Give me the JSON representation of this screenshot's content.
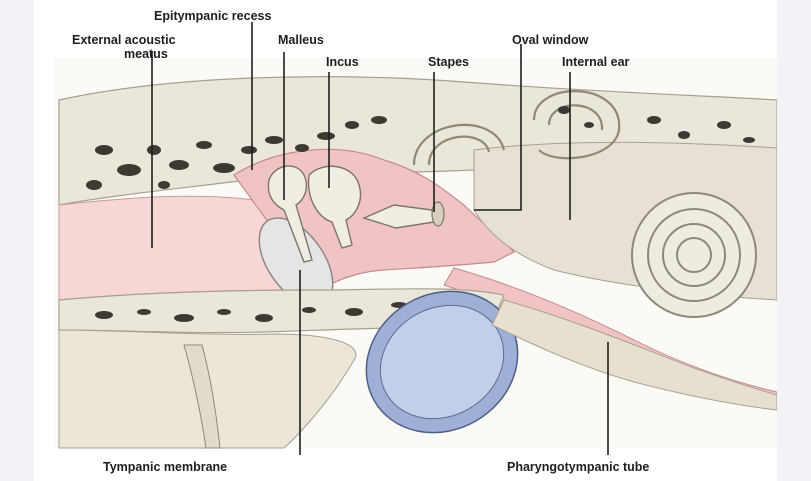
{
  "figure": {
    "labels": {
      "epitympanic_recess": "Epitympanic recess",
      "external_meatus_line1": "External acoustic",
      "external_meatus_line2": "meatus",
      "malleus": "Malleus",
      "incus": "Incus",
      "stapes": "Stapes",
      "oval_window": "Oval window",
      "internal_ear": "Internal ear",
      "tympanic_membrane": "Tympanic membrane",
      "pharyngotympanic_tube": "Pharyngotympanic tube"
    },
    "colors": {
      "bone": "#ebe6da",
      "bone_shadow": "#d8d0c0",
      "cavity_pink": "#f0c3c5",
      "meatus_pink": "#f6d7d6",
      "tube_ring_blue": "#9fb0d6",
      "tube_lumen_blue": "#c3cfe9",
      "background": "#f2f3f7"
    }
  }
}
